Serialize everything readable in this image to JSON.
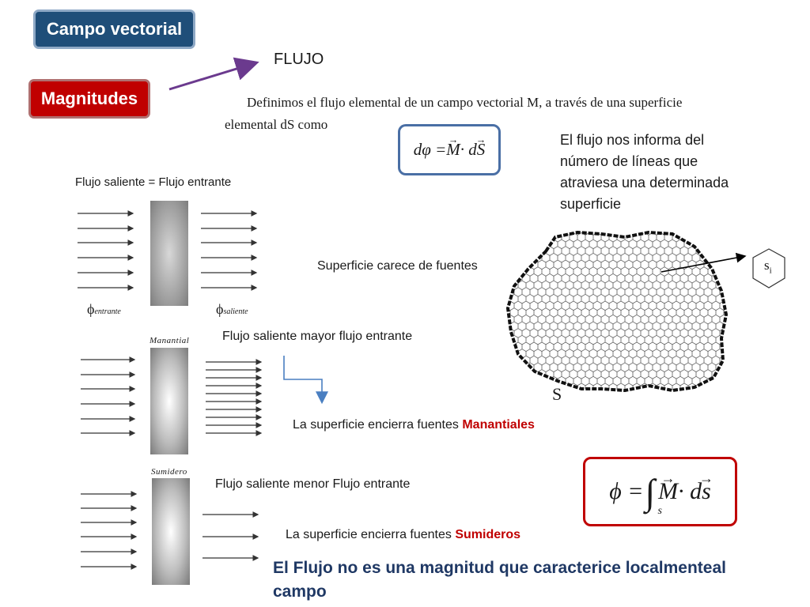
{
  "badges": {
    "campo": "Campo vectorial",
    "magnitudes": "Magnitudes"
  },
  "flujo_title": "FLUJO",
  "definition": {
    "line1": "Definimos el flujo elemental de un campo vectorial M, a través de una superficie",
    "line2": "elemental dS como"
  },
  "formula_small": {
    "lhs": "dφ = ",
    "m": "M",
    "dot": " · d",
    "s": "S"
  },
  "info_text": [
    "El flujo nos informa del",
    "número de líneas que",
    "atraviesa una determinada",
    "superficie"
  ],
  "labels": {
    "equal": "Flujo saliente = Flujo entrante",
    "no_sources": "Superficie carece de fuentes",
    "greater": "Flujo saliente mayor flujo entrante",
    "manantiales_prefix": "La superficie encierra fuentes ",
    "manantiales_word": "Manantiales",
    "less": "Flujo saliente menor Flujo entrante",
    "sumideros_prefix": "La superficie encierra fuentes ",
    "sumideros_word": "Sumideros"
  },
  "diagram_labels": {
    "phi": "ϕ",
    "entrante": "entrante",
    "saliente": "saliente",
    "manantial": "Manantial",
    "sumidero": "Sumidero",
    "surface_S": "S",
    "si": "s",
    "si_sub": "i"
  },
  "formula_big": {
    "phi": "ϕ = ",
    "integral": "∫",
    "sub": "s",
    "m": "M",
    "dot": " · d",
    "s": "s"
  },
  "conclusion": "El Flujo no es una magnitud que caracterice localmenteal campo",
  "colors": {
    "blue_badge": "#1f4e79",
    "red_badge": "#c00000",
    "formula_border_blue": "#4a6fa5",
    "formula_border_red": "#c00000",
    "arrow_purple": "#6b3a8e",
    "arrow_blue": "#4a7fc1"
  }
}
